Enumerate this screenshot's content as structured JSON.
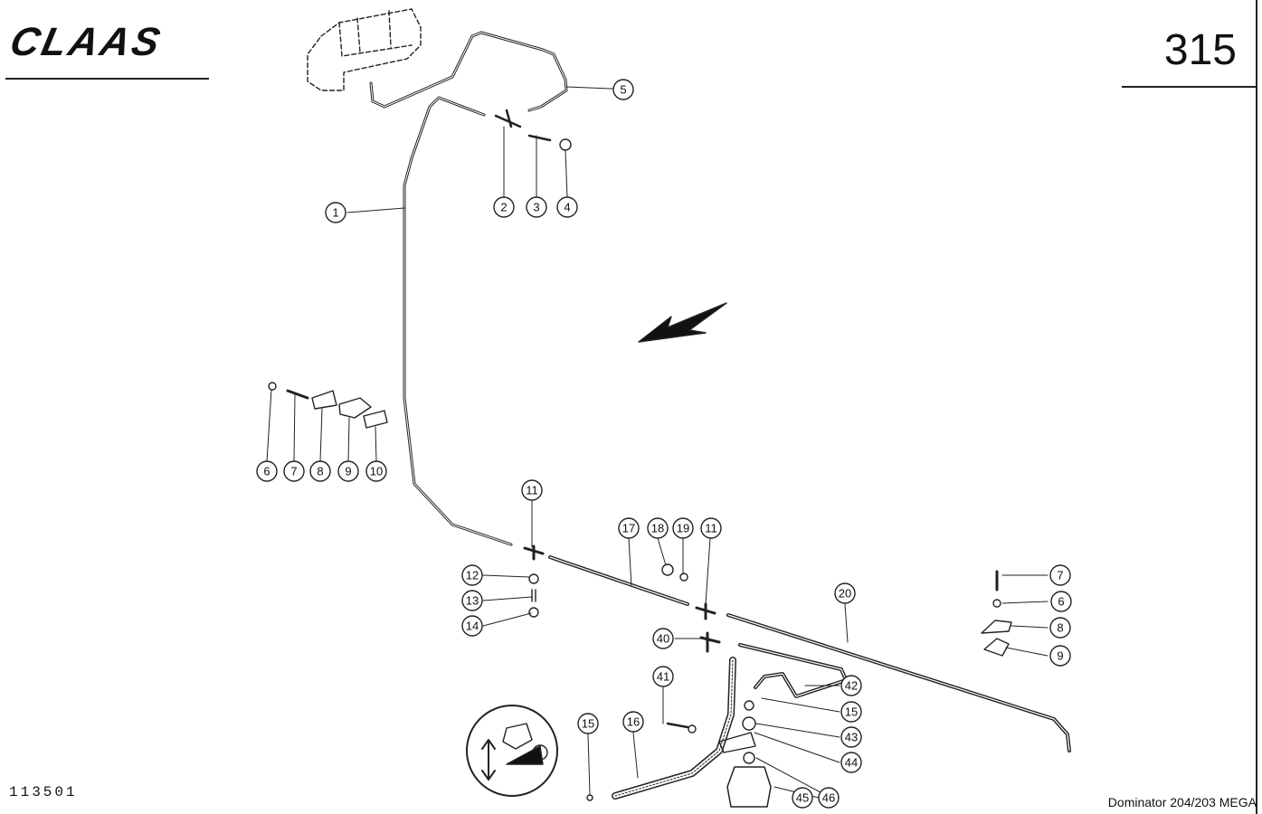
{
  "header": {
    "brand": "CLAAS",
    "page_number": "315"
  },
  "footer": {
    "drawing_number": "113501",
    "model": "Dominator 204/203 MEGA"
  },
  "callouts": [
    "1",
    "2",
    "3",
    "4",
    "5",
    "6",
    "7",
    "8",
    "9",
    "10",
    "11",
    "12",
    "13",
    "14",
    "15",
    "16",
    "17",
    "18",
    "19",
    "20",
    "40",
    "41",
    "42",
    "43",
    "44",
    "45",
    "46"
  ]
}
